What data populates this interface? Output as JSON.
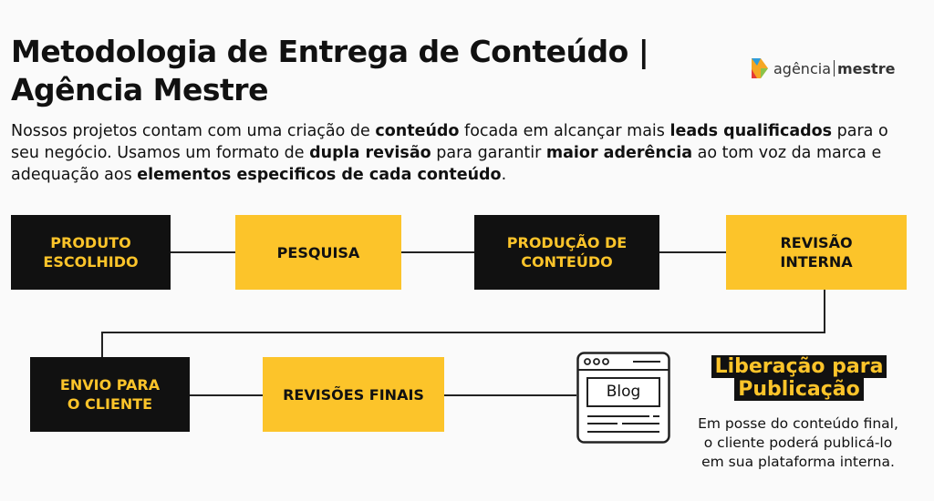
{
  "title": "Metodologia de Entrega de Conteúdo | Agência Mestre",
  "logo": {
    "left": "agência",
    "right": "mestre"
  },
  "intro": [
    {
      "t": "Nossos projetos contam com uma criação de "
    },
    {
      "b": "conteúdo"
    },
    {
      "t": " focada em alcançar mais "
    },
    {
      "b": "leads qualificados"
    },
    {
      "t": " para o seu negócio. Usamos um formato de "
    },
    {
      "b": "dupla revisão"
    },
    {
      "t": " para garantir "
    },
    {
      "b": "maior aderência"
    },
    {
      "t": " ao tom voz da marca e adequação aos "
    },
    {
      "b": "elementos especificos de cada conteúdo"
    },
    {
      "t": "."
    }
  ],
  "steps": {
    "s1": "PRODUTO ESCOLHIDO",
    "s2": "PESQUISA",
    "s3": "PRODUÇÃO DE CONTEÚDO",
    "s4": "REVISÃO INTERNA",
    "s5": "ENVIO PARA O CLIENTE",
    "s6": "REVISÕES FINAIS"
  },
  "blog_label": "Blog",
  "release": {
    "line1": "Liberação para",
    "line2": "Publicação",
    "desc": "Em posse do conteúdo final, o cliente poderá publicá-lo em sua plataforma interna."
  },
  "colors": {
    "yellow": "#fcc42a",
    "dark": "#111111"
  }
}
